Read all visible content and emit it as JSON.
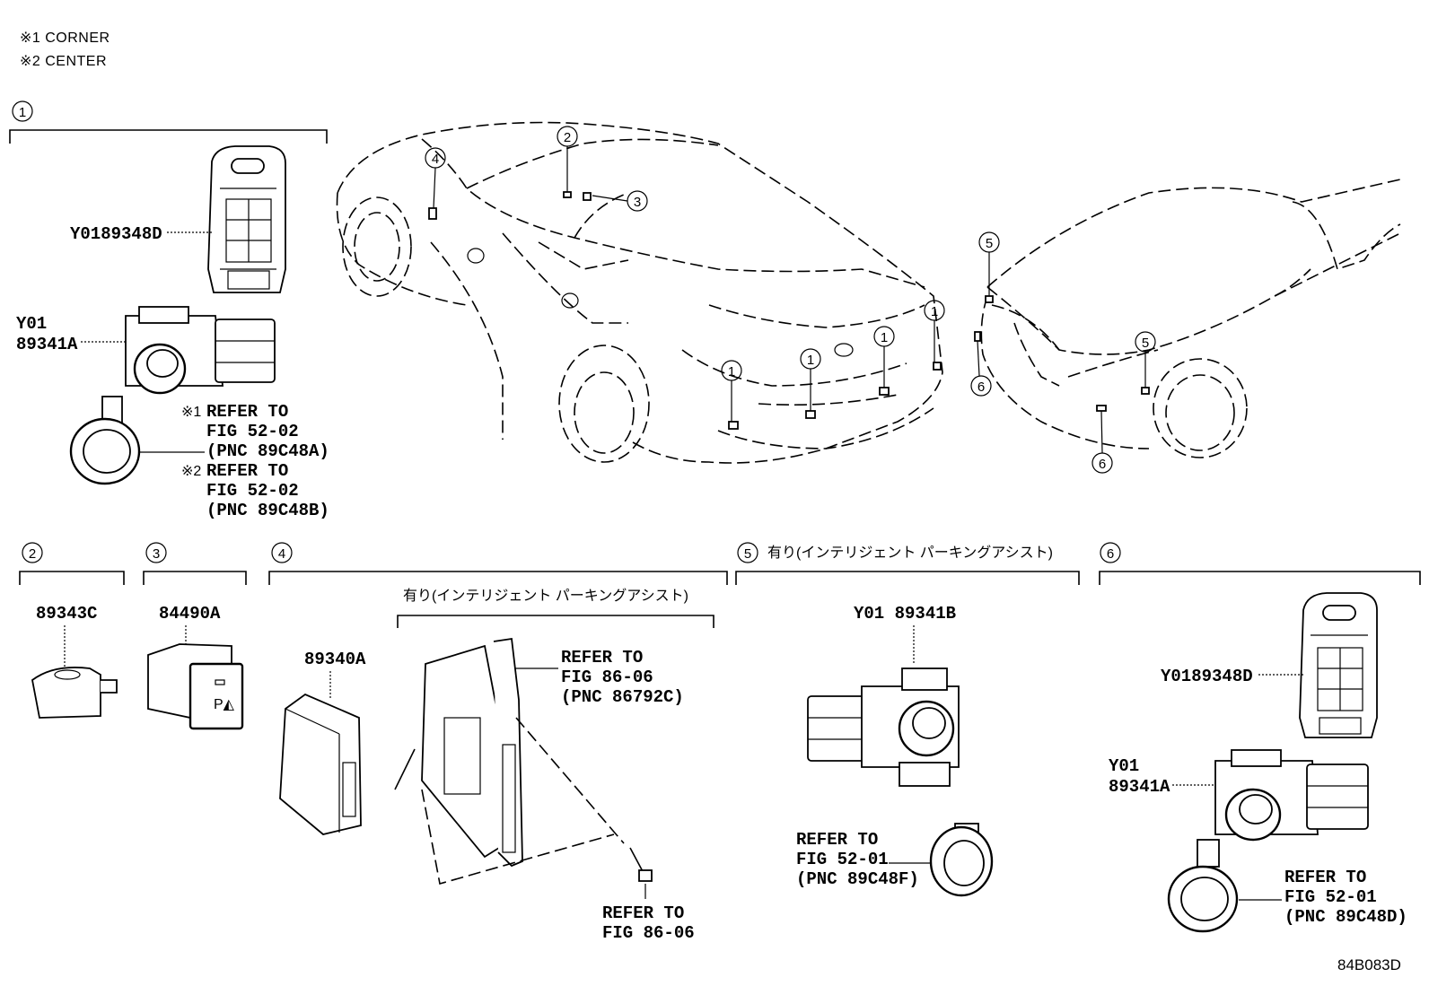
{
  "notes": {
    "n1": "※1 CORNER",
    "n2": "※2 CENTER"
  },
  "groups": {
    "g1": {
      "num": "1"
    },
    "g2": {
      "num": "2"
    },
    "g3": {
      "num": "3"
    },
    "g4": {
      "num": "4"
    },
    "g5": {
      "num": "5",
      "caption": "有り(インテリジェント パーキングアシスト)"
    },
    "g6": {
      "num": "6"
    }
  },
  "parts": {
    "g1_bracket": "Y0189348D",
    "g1_sensor_l1": "Y01",
    "g1_sensor_l2": "89341A",
    "g1_ref_mark1": "※1",
    "g1_ref1_l1": "REFER TO",
    "g1_ref1_l2": "FIG 52-02",
    "g1_ref1_l3": "(PNC 89C48A)",
    "g1_ref_mark2": "※2",
    "g1_ref2_l1": "REFER TO",
    "g1_ref2_l2": "FIG 52-02",
    "g1_ref2_l3": "(PNC 89C48B)",
    "g2_part": "89343C",
    "g3_part": "84490A",
    "g4_part": "89340A",
    "g4_sub_caption": "有り(インテリジェント パーキングアシスト)",
    "g4_ref1_l1": "REFER TO",
    "g4_ref1_l2": "FIG 86-06",
    "g4_ref1_l3": "(PNC 86792C)",
    "g4_ref2_l1": "REFER TO",
    "g4_ref2_l2": "FIG 86-06",
    "g5_sensor": "Y01 89341B",
    "g5_ref_l1": "REFER TO",
    "g5_ref_l2": "FIG 52-01",
    "g5_ref_l3": "(PNC 89C48F)",
    "g6_bracket": "Y0189348D",
    "g6_sensor_l1": "Y01",
    "g6_sensor_l2": "89341A",
    "g6_ref_l1": "REFER TO",
    "g6_ref_l2": "FIG 52-01",
    "g6_ref_l3": "(PNC 89C48D)"
  },
  "callouts": {
    "rear_1": "1",
    "rear_2": "2",
    "rear_3": "3",
    "rear_4": "4",
    "front_5": "5",
    "front_6": "6"
  },
  "icons": {
    "switch_icon": "P◭"
  },
  "figure_id": "84B083D"
}
